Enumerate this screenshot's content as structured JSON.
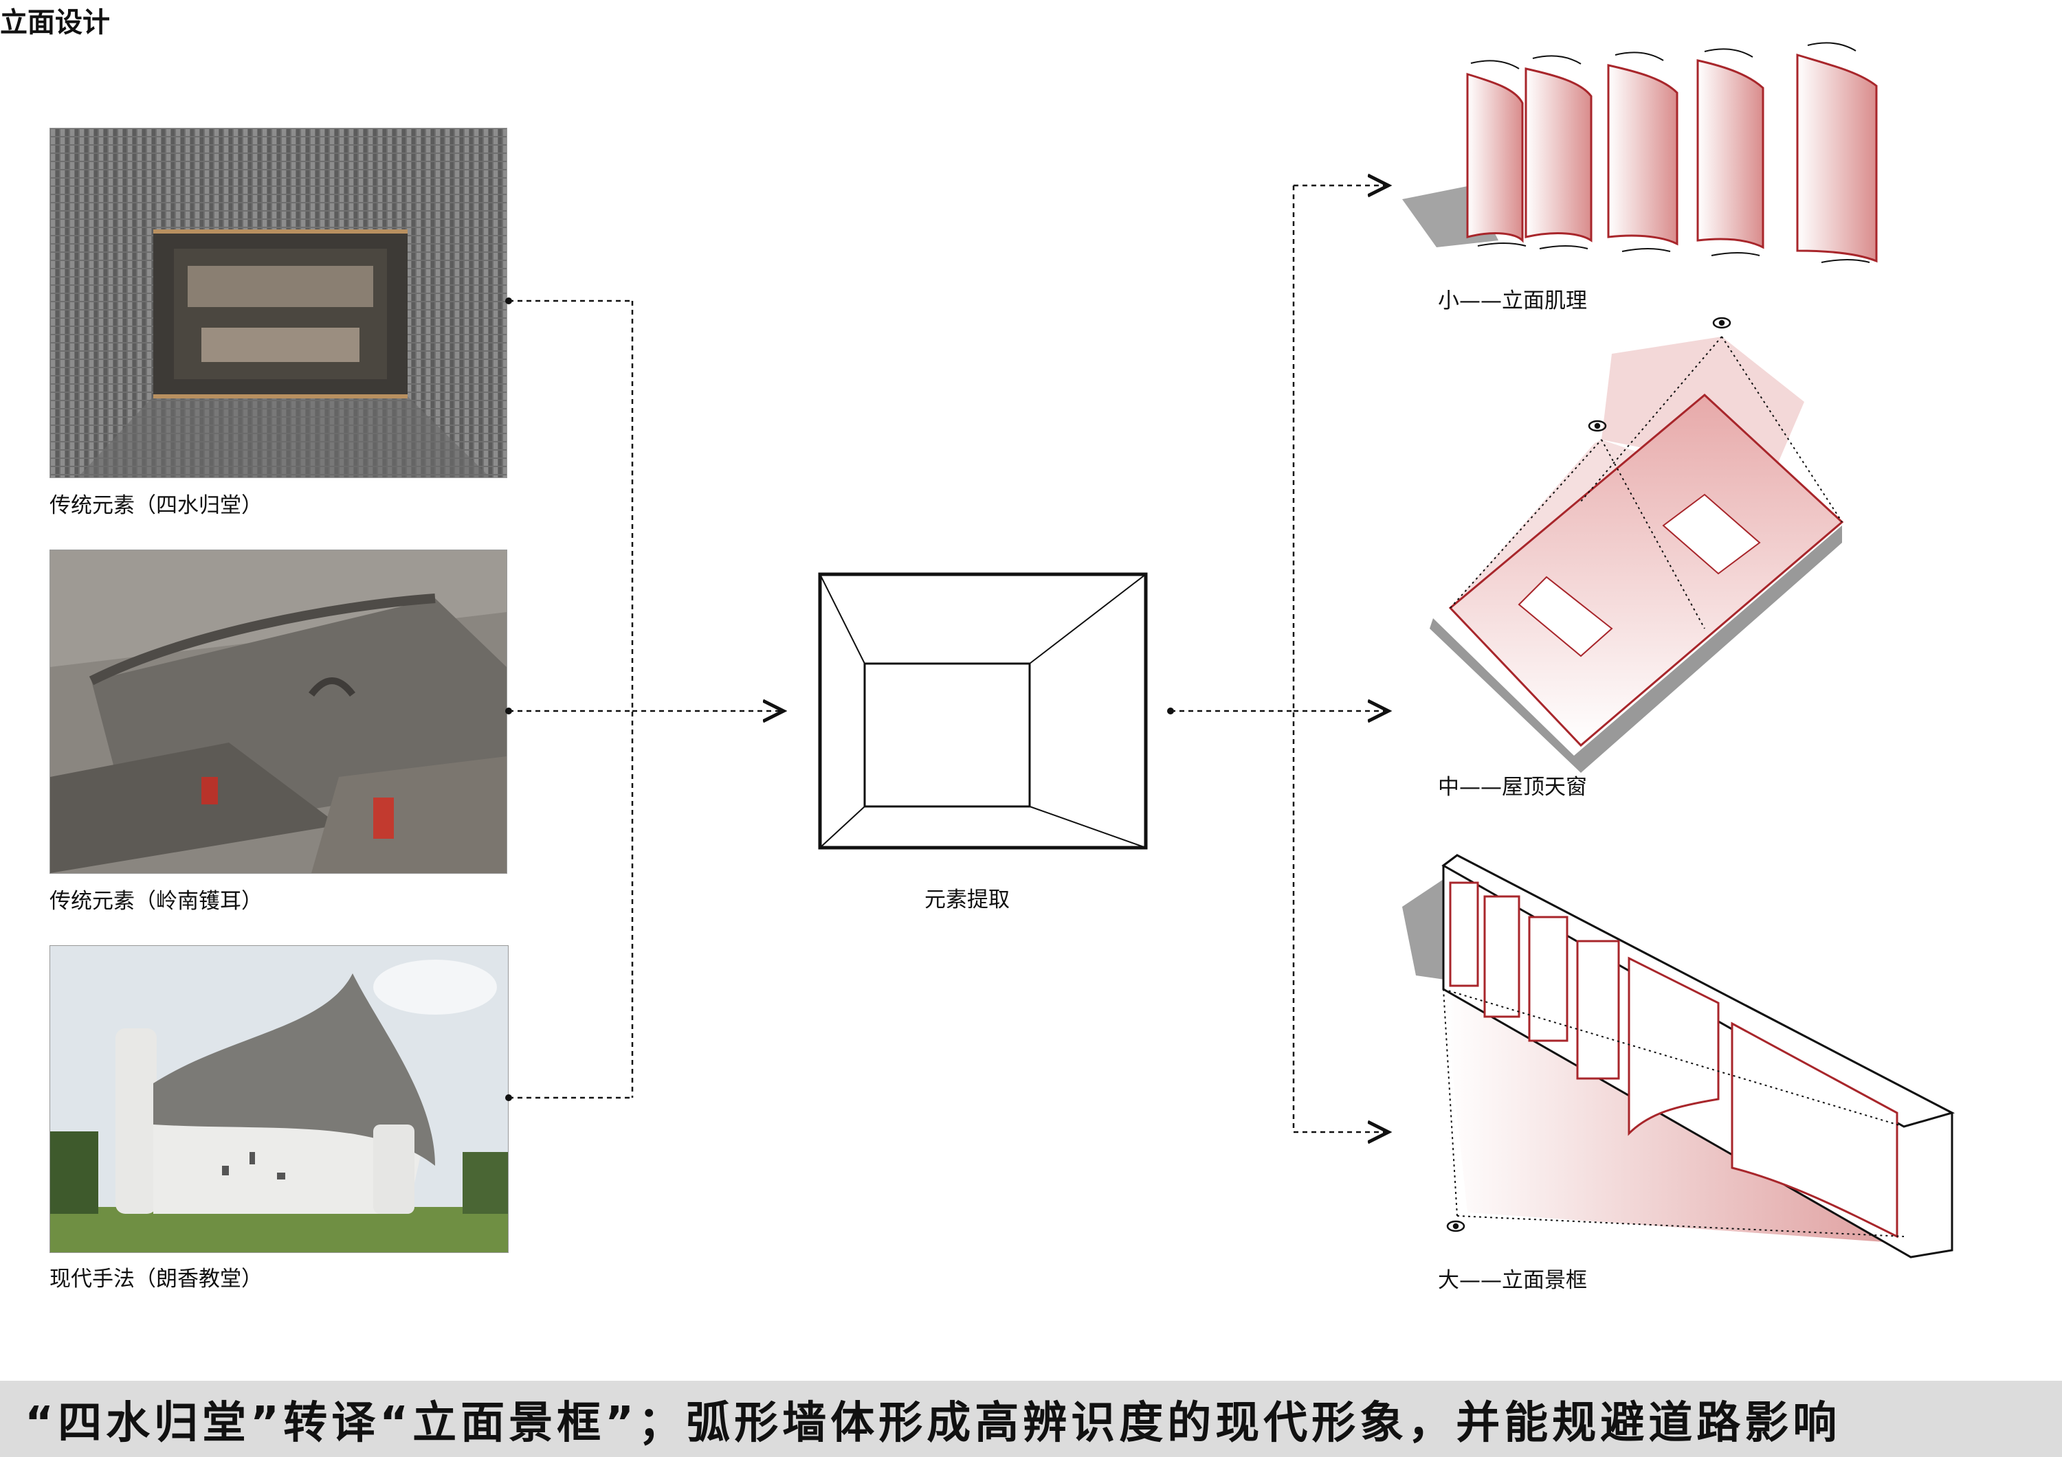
{
  "page": {
    "title": "立面设计",
    "footer": "“四水归堂”转译“立面景框”；弧形墙体形成高辨识度的现代形象，并能规避道路影响"
  },
  "references": [
    {
      "caption": "传统元素（四水归堂）",
      "image": "aerial courtyard with grey tiled roofs"
    },
    {
      "caption": "传统元素（岭南镬耳）",
      "image": "Lingnan wok-ear gable roofs"
    },
    {
      "caption": "现代手法（朗香教堂）",
      "image": "Ronchamp chapel with curved roof"
    }
  ],
  "extraction": {
    "caption": "元素提取"
  },
  "outcomes": [
    {
      "caption": "小——立面肌理",
      "drawing": "curved-wall-panels"
    },
    {
      "caption": "中——屋顶天窗",
      "drawing": "roof-skylights"
    },
    {
      "caption": "大——立面景框",
      "drawing": "facade-frame"
    }
  ],
  "colors": {
    "accent": "#a8262b",
    "accent_tint": "#e9b8b8",
    "footer_band": "#dcdcdc",
    "line": "#111111"
  },
  "icons": [
    "eye-icon"
  ]
}
